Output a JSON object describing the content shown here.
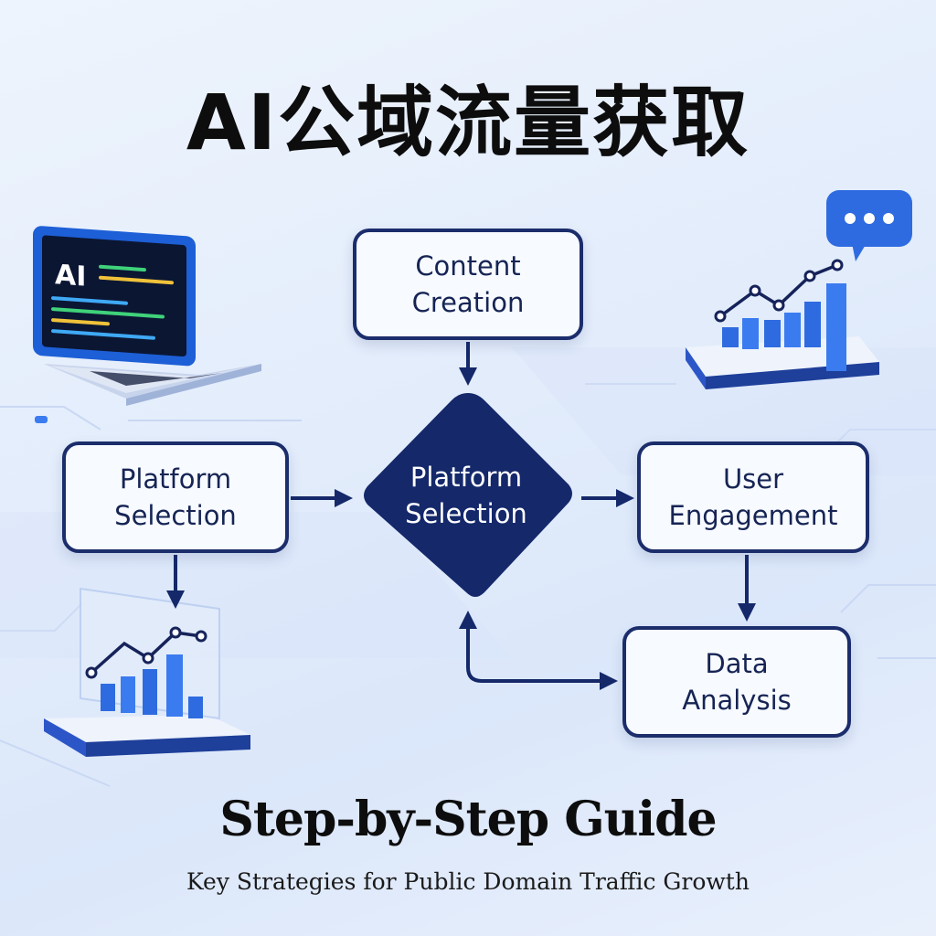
{
  "title": "AI公域流量获取",
  "nodes": {
    "content_creation": "Content\nCreation",
    "platform_selection_left": "Platform\nSelection",
    "platform_selection_center": "Platform\nSelection",
    "user_engagement": "User\nEngagement",
    "data_analysis": "Data\nAnalysis"
  },
  "laptop_screen_text": "AI",
  "subtitle": "Step-by-Step Guide",
  "tagline": "Key Strategies for Public Domain Traffic Growth",
  "colors": {
    "node_border": "#1b2d6b",
    "diamond_fill": "#14286a",
    "accent_blue": "#2f6be0",
    "arrow": "#14286a"
  },
  "icons": [
    "laptop-icon",
    "bar-chart-icon",
    "chat-bubble-icon"
  ]
}
